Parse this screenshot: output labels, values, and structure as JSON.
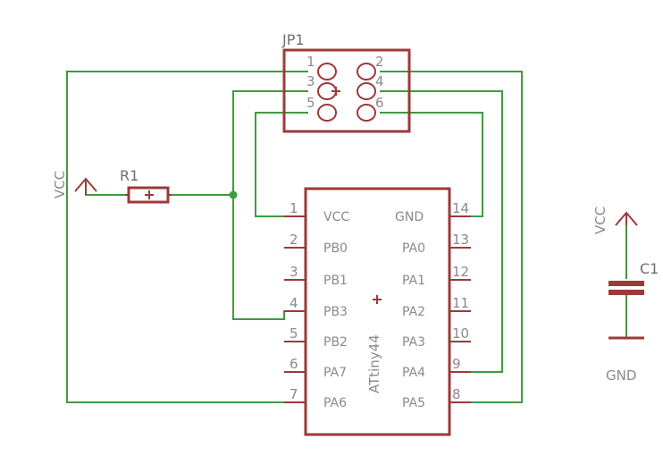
{
  "schematic": {
    "header": {
      "ref": "JP1",
      "pins": [
        "1",
        "2",
        "3",
        "4",
        "5",
        "6"
      ]
    },
    "resistor": {
      "ref": "R1"
    },
    "power_left": {
      "label": "VCC"
    },
    "ic": {
      "left_pins": [
        {
          "num": "1",
          "name": "VCC"
        },
        {
          "num": "2",
          "name": "PB0"
        },
        {
          "num": "3",
          "name": "PB1"
        },
        {
          "num": "4",
          "name": "PB3"
        },
        {
          "num": "5",
          "name": "PB2"
        },
        {
          "num": "6",
          "name": "PA7"
        },
        {
          "num": "7",
          "name": "PA6"
        }
      ],
      "right_pins": [
        {
          "num": "14",
          "name": "GND"
        },
        {
          "num": "13",
          "name": "PA0"
        },
        {
          "num": "12",
          "name": "PA1"
        },
        {
          "num": "11",
          "name": "PA2"
        },
        {
          "num": "10",
          "name": "PA3"
        },
        {
          "num": "9",
          "name": "PA4"
        },
        {
          "num": "8",
          "name": "PA5"
        }
      ],
      "vertical_label": "ATtiny44"
    },
    "capacitor": {
      "ref": "C1",
      "supply": "VCC",
      "ground": "GND"
    },
    "colors": {
      "wire": "#3f9b3f",
      "part": "#9b3a3a",
      "text": "#8a8a8a"
    }
  }
}
